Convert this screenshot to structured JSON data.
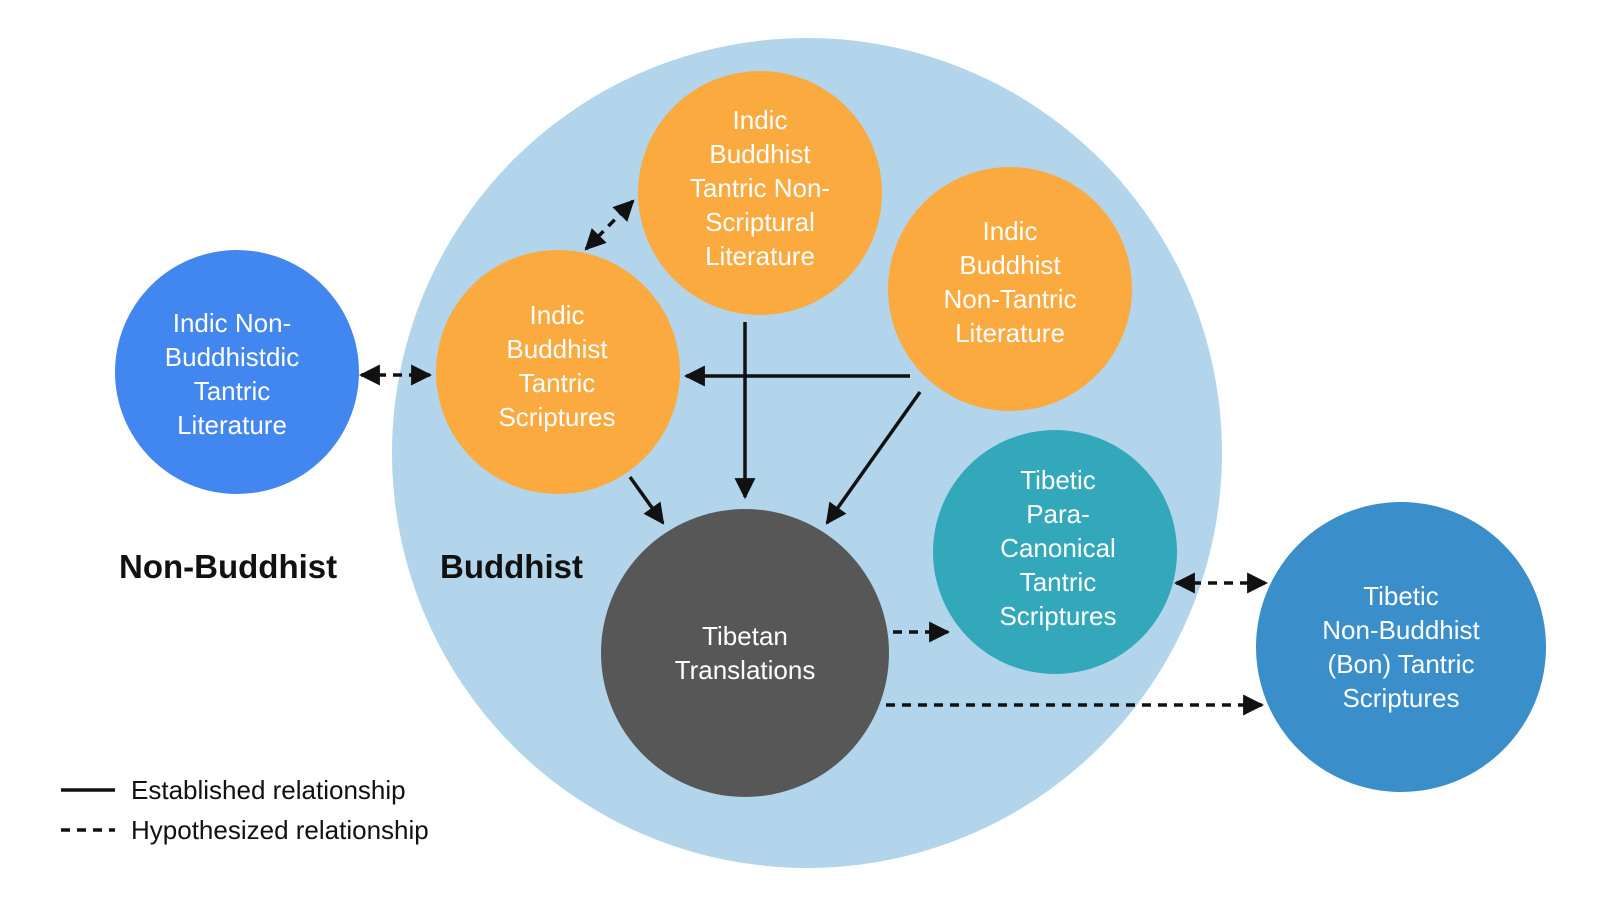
{
  "colors": {
    "buddhist_region": "#b3d5ec",
    "indic_nonbuddhist": "#4287f0",
    "indic_buddhist": "#fbaa40",
    "tibetan_translations": "#575757",
    "tibetic_paracanonical": "#34a8bb",
    "tibetic_bon": "#3a8ec9",
    "arrow": "#111111"
  },
  "regions": {
    "non_buddhist": "Non-Buddhist",
    "buddhist": "Buddhist"
  },
  "nodes": {
    "indic_nonbuddhist": [
      "Indic Non-",
      "Buddhistdic",
      "Tantric",
      "Literature"
    ],
    "indic_scriptures": [
      "Indic",
      "Buddhist",
      "Tantric",
      "Scriptures"
    ],
    "indic_nonscriptural": [
      "Indic",
      "Buddhist",
      "Tantric Non-",
      "Scriptural",
      "Literature"
    ],
    "indic_nontantric": [
      "Indic",
      "Buddhist",
      "Non-Tantric",
      "Literature"
    ],
    "tibetan_translations": [
      "Tibetan",
      "Translations"
    ],
    "tibetic_paracanonical": [
      "Tibetic",
      "Para-",
      "Canonical",
      "Tantric",
      "Scriptures"
    ],
    "tibetic_bon": [
      "Tibetic",
      "Non-Buddhist",
      "(Bon) Tantric",
      "Scriptures"
    ]
  },
  "legend": {
    "established": "Established relationship",
    "hypothesized": "Hypothesized relationship"
  }
}
